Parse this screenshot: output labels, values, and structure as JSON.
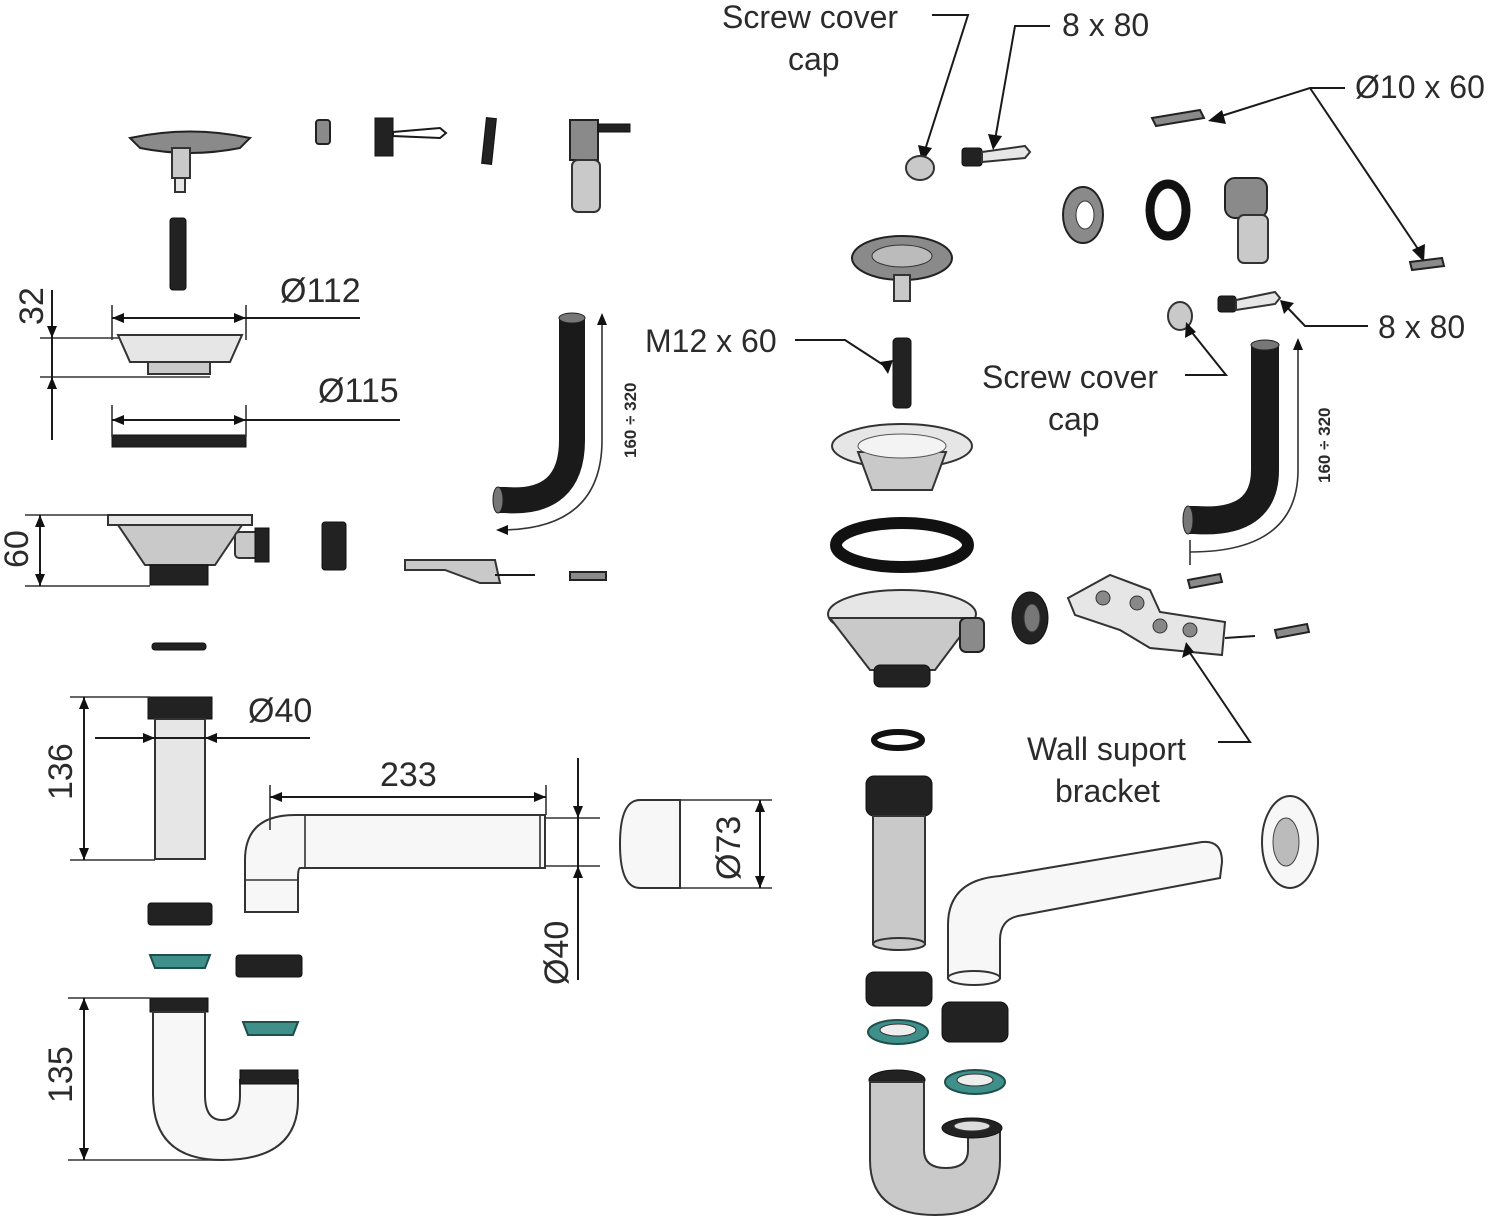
{
  "dimensions": {
    "d112": "Ø112",
    "h32": "32",
    "d115": "Ø115",
    "h60": "60",
    "range_left": "160 ÷ 320",
    "h136": "136",
    "d40_top": "Ø40",
    "l233": "233",
    "d73": "Ø73",
    "d40_right": "Ø40",
    "h135": "135",
    "range_right": "160 ÷ 320"
  },
  "callouts": {
    "screw_cover_cap_top_line1": "Screw cover",
    "screw_cover_cap_top_line2": "cap",
    "screw_top": "8 x 80",
    "anchor_top": "Ø10 x 60",
    "bolt_m12": "M12 x 60",
    "screw_right": "8 x 80",
    "screw_cover_cap_right_line1": "Screw cover",
    "screw_cover_cap_right_line2": "cap",
    "wall_bracket_line1": "Wall suport",
    "wall_bracket_line2": "bracket"
  },
  "colors": {
    "gasket": "#3f8f8a",
    "rubber": "#222222",
    "chrome": "#c9c9c9",
    "pipe": "#f7f7f7"
  }
}
